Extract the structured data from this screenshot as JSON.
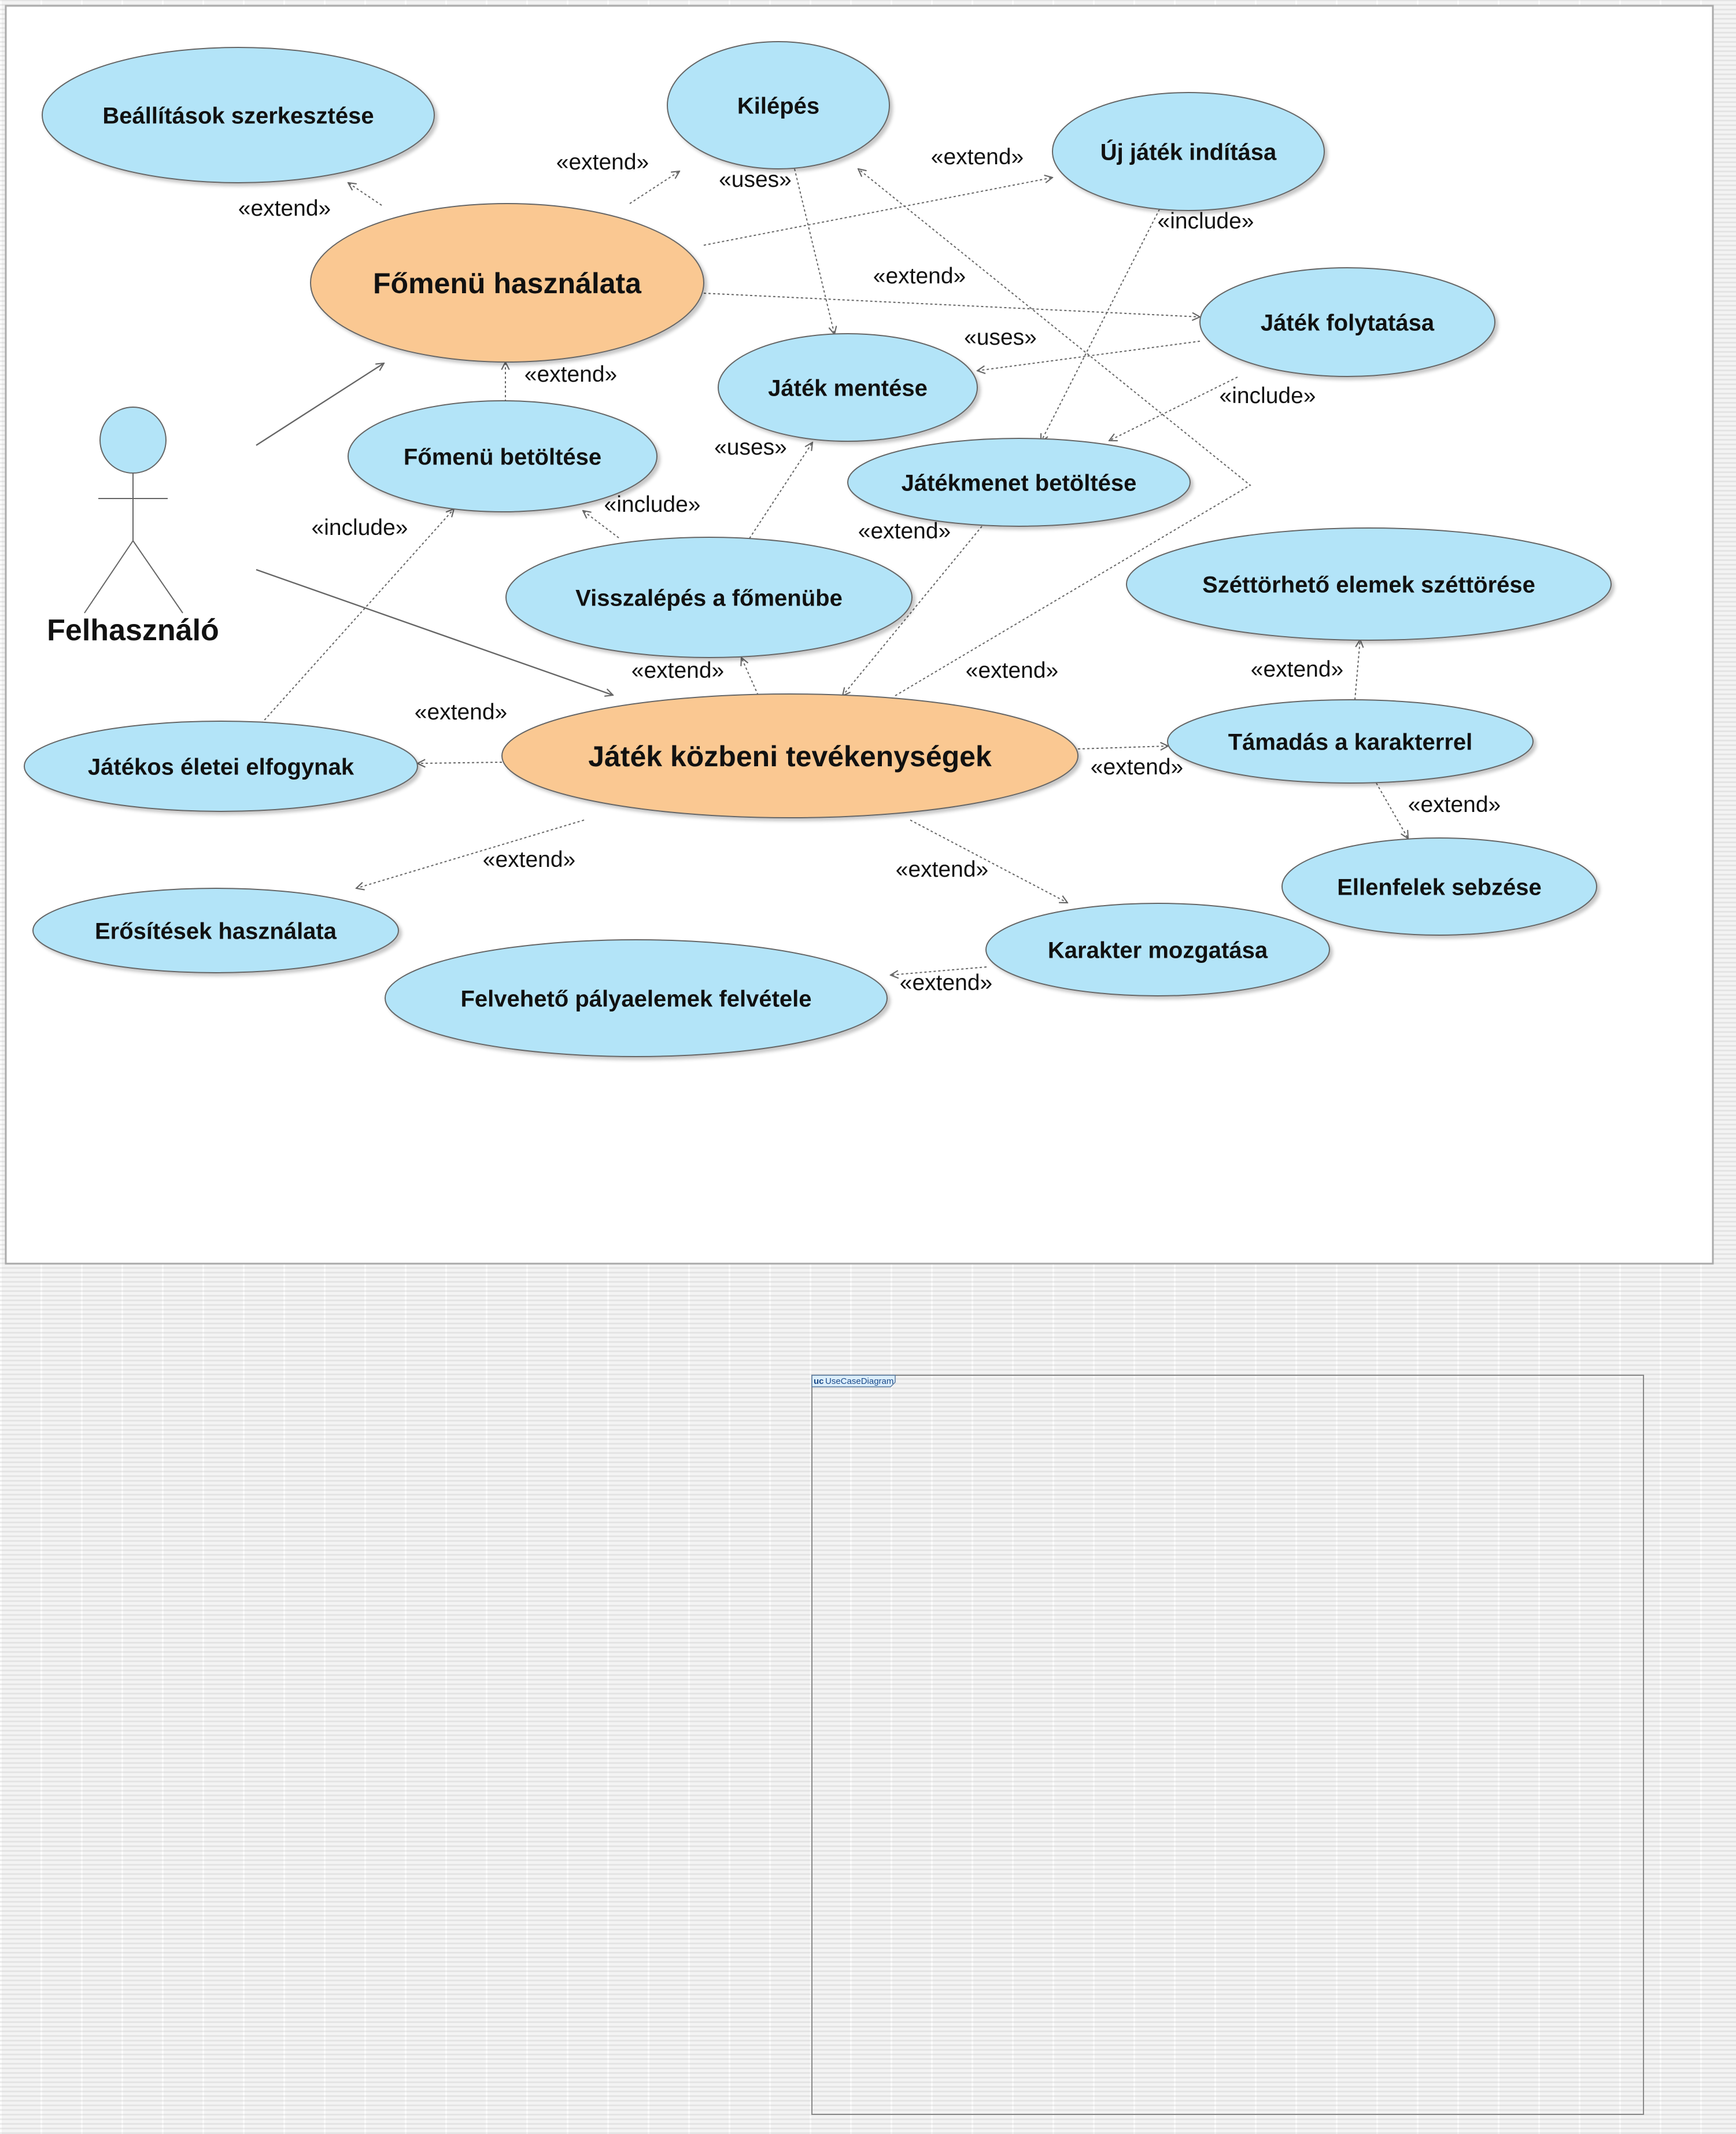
{
  "colors": {
    "usecase_fill": "#b3e4f8",
    "highlight_fill": "#fac892",
    "stroke": "#666666",
    "actor_fill": "#b3e4f8",
    "frame_tag_fill": "#dceefb"
  },
  "actor": {
    "label": "Felhasználó"
  },
  "usecases": [
    {
      "id": "beallitasok",
      "label": "Beállítások szerkesztése"
    },
    {
      "id": "kilepes",
      "label": "Kilépés"
    },
    {
      "id": "uj-jatek",
      "label": "Új játék indítása"
    },
    {
      "id": "fomenu-hasznalata",
      "label": "Főmenü használata",
      "highlight": true
    },
    {
      "id": "jatek-folytatasa",
      "label": "Játék folytatása"
    },
    {
      "id": "jatek-mentese",
      "label": "Játék mentése"
    },
    {
      "id": "fomenu-betoltese",
      "label": "Főmenü betöltése"
    },
    {
      "id": "jatekmenet-betoltese",
      "label": "Játékmenet betöltése"
    },
    {
      "id": "szettorheto",
      "label": "Széttörhető elemek széttörése"
    },
    {
      "id": "visszalepes",
      "label": "Visszalépés a főmenübe"
    },
    {
      "id": "eletek",
      "label": "Játékos életei elfogynak"
    },
    {
      "id": "jatek-kozbeni",
      "label": "Játék közbeni tevékenységek",
      "highlight": true
    },
    {
      "id": "tamadas",
      "label": "Támadás a karakterrel"
    },
    {
      "id": "ellenfelek",
      "label": "Ellenfelek sebzése"
    },
    {
      "id": "erositesek",
      "label": "Erősítések használata"
    },
    {
      "id": "karakter-mozgatasa",
      "label": "Karakter mozgatása"
    },
    {
      "id": "felveheto",
      "label": "Felvehető pályaelemek felvétele"
    }
  ],
  "relations": [
    {
      "from": "fomenu-hasznalata",
      "to": "beallitasok",
      "type": "dashed",
      "label": "«extend»"
    },
    {
      "from": "fomenu-hasznalata",
      "to": "kilepes",
      "type": "dashed",
      "label": "«extend»"
    },
    {
      "from": "fomenu-hasznalata",
      "to": "uj-jatek",
      "type": "dashed",
      "label": "«extend»"
    },
    {
      "from": "fomenu-hasznalata",
      "to": "jatek-folytatasa",
      "type": "dashed",
      "label": "«extend»"
    },
    {
      "from": "kilepes",
      "to": "jatek-mentese",
      "type": "dashed",
      "label": "«uses»"
    },
    {
      "from": "uj-jatek",
      "to": "jatekmenet-betoltese",
      "type": "dashed",
      "label": "«include»"
    },
    {
      "from": "jatek-folytatasa",
      "to": "jatek-mentese",
      "type": "dashed",
      "label": "«uses»"
    },
    {
      "from": "jatek-folytatasa",
      "to": "jatekmenet-betoltese",
      "type": "dashed",
      "label": "«include»"
    },
    {
      "from": "fomenu-betoltese",
      "to": "fomenu-hasznalata",
      "type": "dashed",
      "label": "«extend»"
    },
    {
      "from": "visszalepes",
      "to": "jatek-mentese",
      "type": "dashed",
      "label": "«uses»"
    },
    {
      "from": "visszalepes",
      "to": "fomenu-betoltese",
      "type": "dashed",
      "label": "«include»"
    },
    {
      "from": "eletek",
      "to": "fomenu-betoltese",
      "type": "dashed",
      "label": "«include»"
    },
    {
      "from": "jatekmenet-betoltese",
      "to": "jatek-kozbeni",
      "type": "dashed",
      "label": "«extend»"
    },
    {
      "from": "jatek-kozbeni",
      "to": "visszalepes",
      "type": "dashed",
      "label": "«extend»"
    },
    {
      "from": "jatek-kozbeni",
      "to": "kilepes",
      "type": "dashed",
      "label": "«extend»"
    },
    {
      "from": "jatek-kozbeni",
      "to": "eletek",
      "type": "dashed",
      "label": "«extend»"
    },
    {
      "from": "jatek-kozbeni",
      "to": "tamadas",
      "type": "dashed",
      "label": "«extend»"
    },
    {
      "from": "tamadas",
      "to": "szettorheto",
      "type": "dashed",
      "label": "«extend»"
    },
    {
      "from": "tamadas",
      "to": "ellenfelek",
      "type": "dashed",
      "label": "«extend»"
    },
    {
      "from": "jatek-kozbeni",
      "to": "erositesek",
      "type": "dashed",
      "label": "«extend»"
    },
    {
      "from": "jatek-kozbeni",
      "to": "karakter-mozgatasa",
      "type": "dashed",
      "label": "«extend»"
    },
    {
      "from": "karakter-mozgatasa",
      "to": "felveheto",
      "type": "dashed",
      "label": "«extend»"
    },
    {
      "from": "actor",
      "to": "fomenu-hasznalata",
      "type": "association",
      "label": ""
    },
    {
      "from": "actor",
      "to": "jatek-kozbeni",
      "type": "association",
      "label": ""
    }
  ],
  "frame": {
    "keyword": "uc",
    "name": "UseCaseDiagram"
  }
}
